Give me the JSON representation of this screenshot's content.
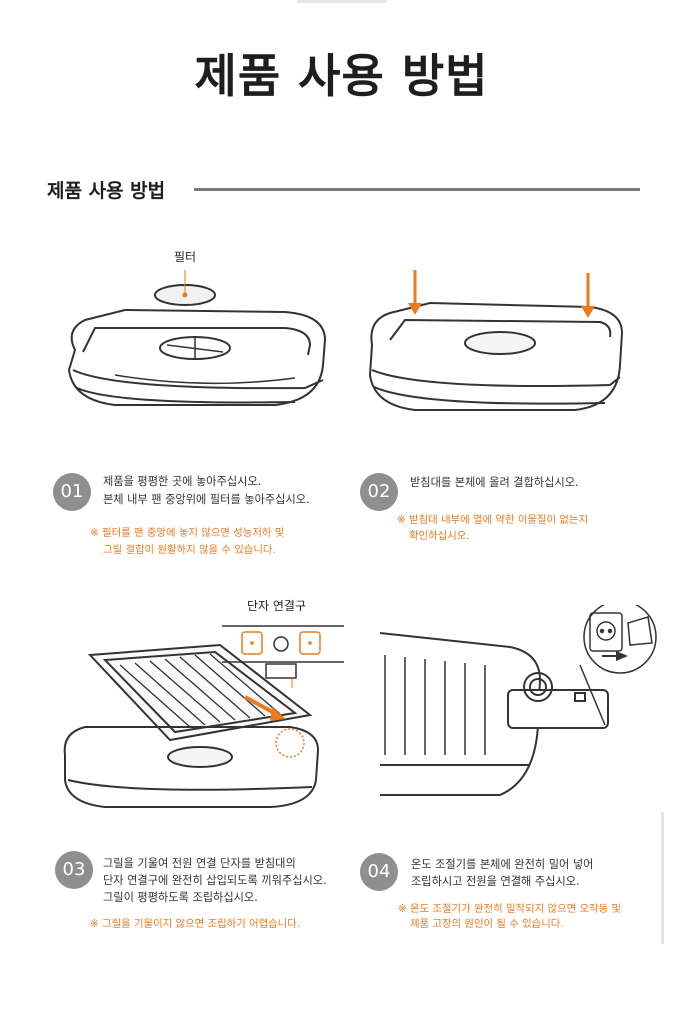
{
  "page": {
    "title": "제품 사용 방법",
    "section_heading": "제품 사용 방법"
  },
  "labels": {
    "filter": "필터",
    "terminal": "단자 연결구"
  },
  "steps": [
    {
      "number": "01",
      "lines": [
        "제품을 평평한 곳에 놓아주십시오.",
        "본체 내부 팬 중앙위에 필터를 놓아주십시오."
      ],
      "notes": [
        "※  필터를 팬 중앙에 놓지 않으면 성능저하 및",
        "그릴 결합이 원활하지 않을 수 있습니다."
      ]
    },
    {
      "number": "02",
      "lines": [
        "받침대를 본체에 올려 결합하십시오."
      ],
      "notes": [
        "※  받침대 내부에 열에 약한 이물질이 없는지",
        "확인하십시오."
      ]
    },
    {
      "number": "03",
      "lines": [
        "그릴을 기울여 전원 연결 단자를 받침대의",
        "단자 연결구에 완전히 삽입되도록 끼워주십시오.",
        "그릴이 평평하도록 조립하십시오."
      ],
      "notes": [
        "※  그릴을 기울이지 않으면 조립하기 어렵습니다."
      ]
    },
    {
      "number": "04",
      "lines": [
        "온도 조절기를 본체에 완전히 밀어 넣어",
        "조립하시고 전원을 연결해 주십시오."
      ],
      "notes": [
        "※  온도 조절기가 완전히 밀착되지 않으면 오작동 및",
        "제품 고장의 원인이 될 수 있습니다."
      ]
    }
  ],
  "colors": {
    "accent": "#ec7a1e",
    "badge": "#8f8f8f",
    "rule": "#7a7a7a",
    "text": "#222222"
  },
  "icons": {
    "arrow": "orange-arrow-icon",
    "plug": "power-plug-icon"
  }
}
